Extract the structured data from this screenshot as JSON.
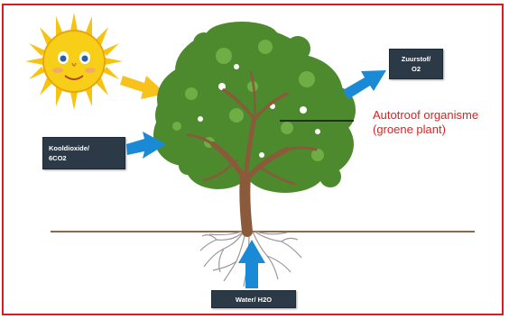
{
  "labels": {
    "autotroph_line1": "Autotroof organisme",
    "autotroph_line2": "(groene plant)",
    "co2_line1": "Kooldioxide/",
    "co2_line2": "6CO2",
    "o2_line1": "Zuurstof/",
    "o2_line2": "O2",
    "water": "Water/ H2O"
  },
  "colors": {
    "frame": "#c9202c",
    "label_text": "#e02020",
    "box_fill": "#2b3a46",
    "arrow_blue": "#1b8ad6",
    "arrow_yellow": "#f7c21b",
    "foliage": "#4d8a2e",
    "trunk": "#8a5a3a",
    "ground": "#8a6a4a",
    "sun": "#f6c40f"
  }
}
